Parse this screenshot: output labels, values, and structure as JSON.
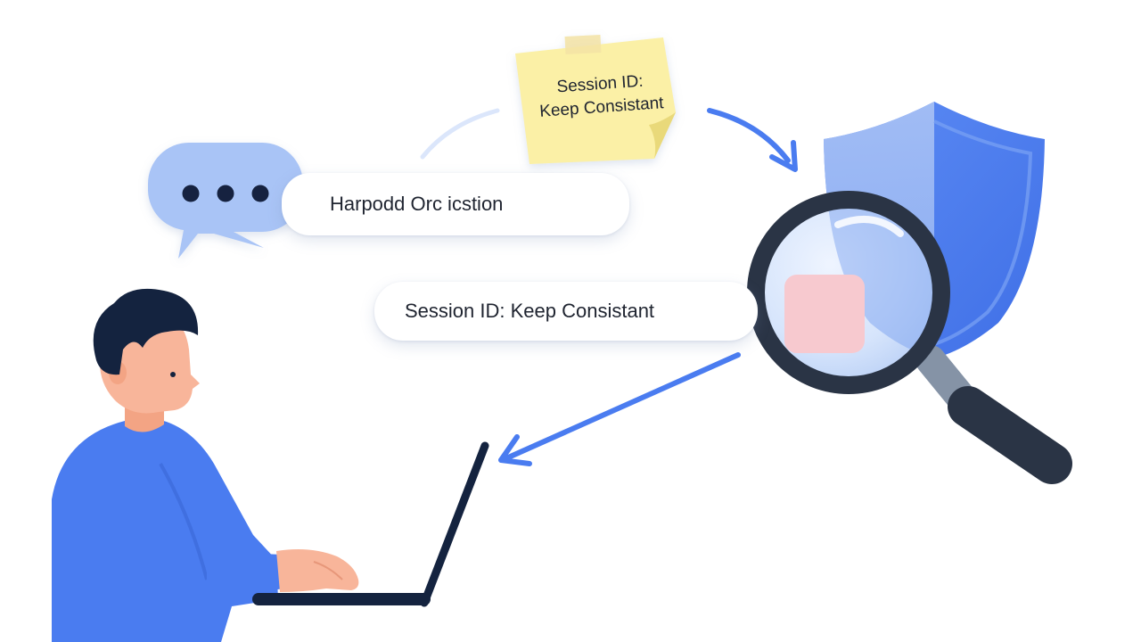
{
  "chat_label": "Harpodd Orc icstion",
  "session_label": "Session ID: Keep Consistant",
  "sticky_note": {
    "line1": "Session ID:",
    "line2": "Keep Consistant"
  },
  "colors": {
    "accent_blue": "#4a7cf0",
    "light_blue": "#a9c2f5",
    "navy": "#14233f",
    "note_yellow": "#fbf0a6",
    "alert_pink": "#f7c9cf",
    "skin": "#f8b59a"
  },
  "icons": [
    "chat-bubble-icon",
    "sticky-note-icon",
    "shield-icon",
    "magnifier-icon",
    "arrow-icon",
    "person-icon",
    "laptop-icon"
  ]
}
